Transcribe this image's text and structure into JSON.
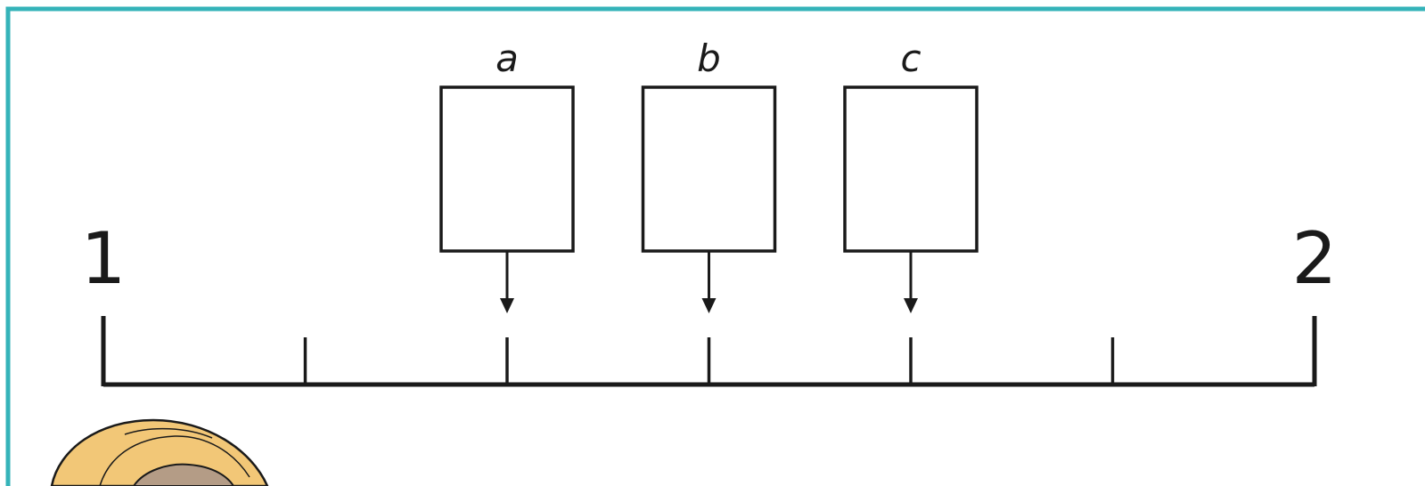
{
  "colors": {
    "frame_border": "#35b3b9",
    "ink": "#1a1a1a",
    "character_skin": "#f2c777",
    "character_hair": "#b49c86"
  },
  "number_line": {
    "start_label": "1",
    "end_label": "2",
    "divisions": 6,
    "markers": [
      {
        "label": "a",
        "tick_index": 2
      },
      {
        "label": "b",
        "tick_index": 3
      },
      {
        "label": "c",
        "tick_index": 4
      }
    ]
  }
}
